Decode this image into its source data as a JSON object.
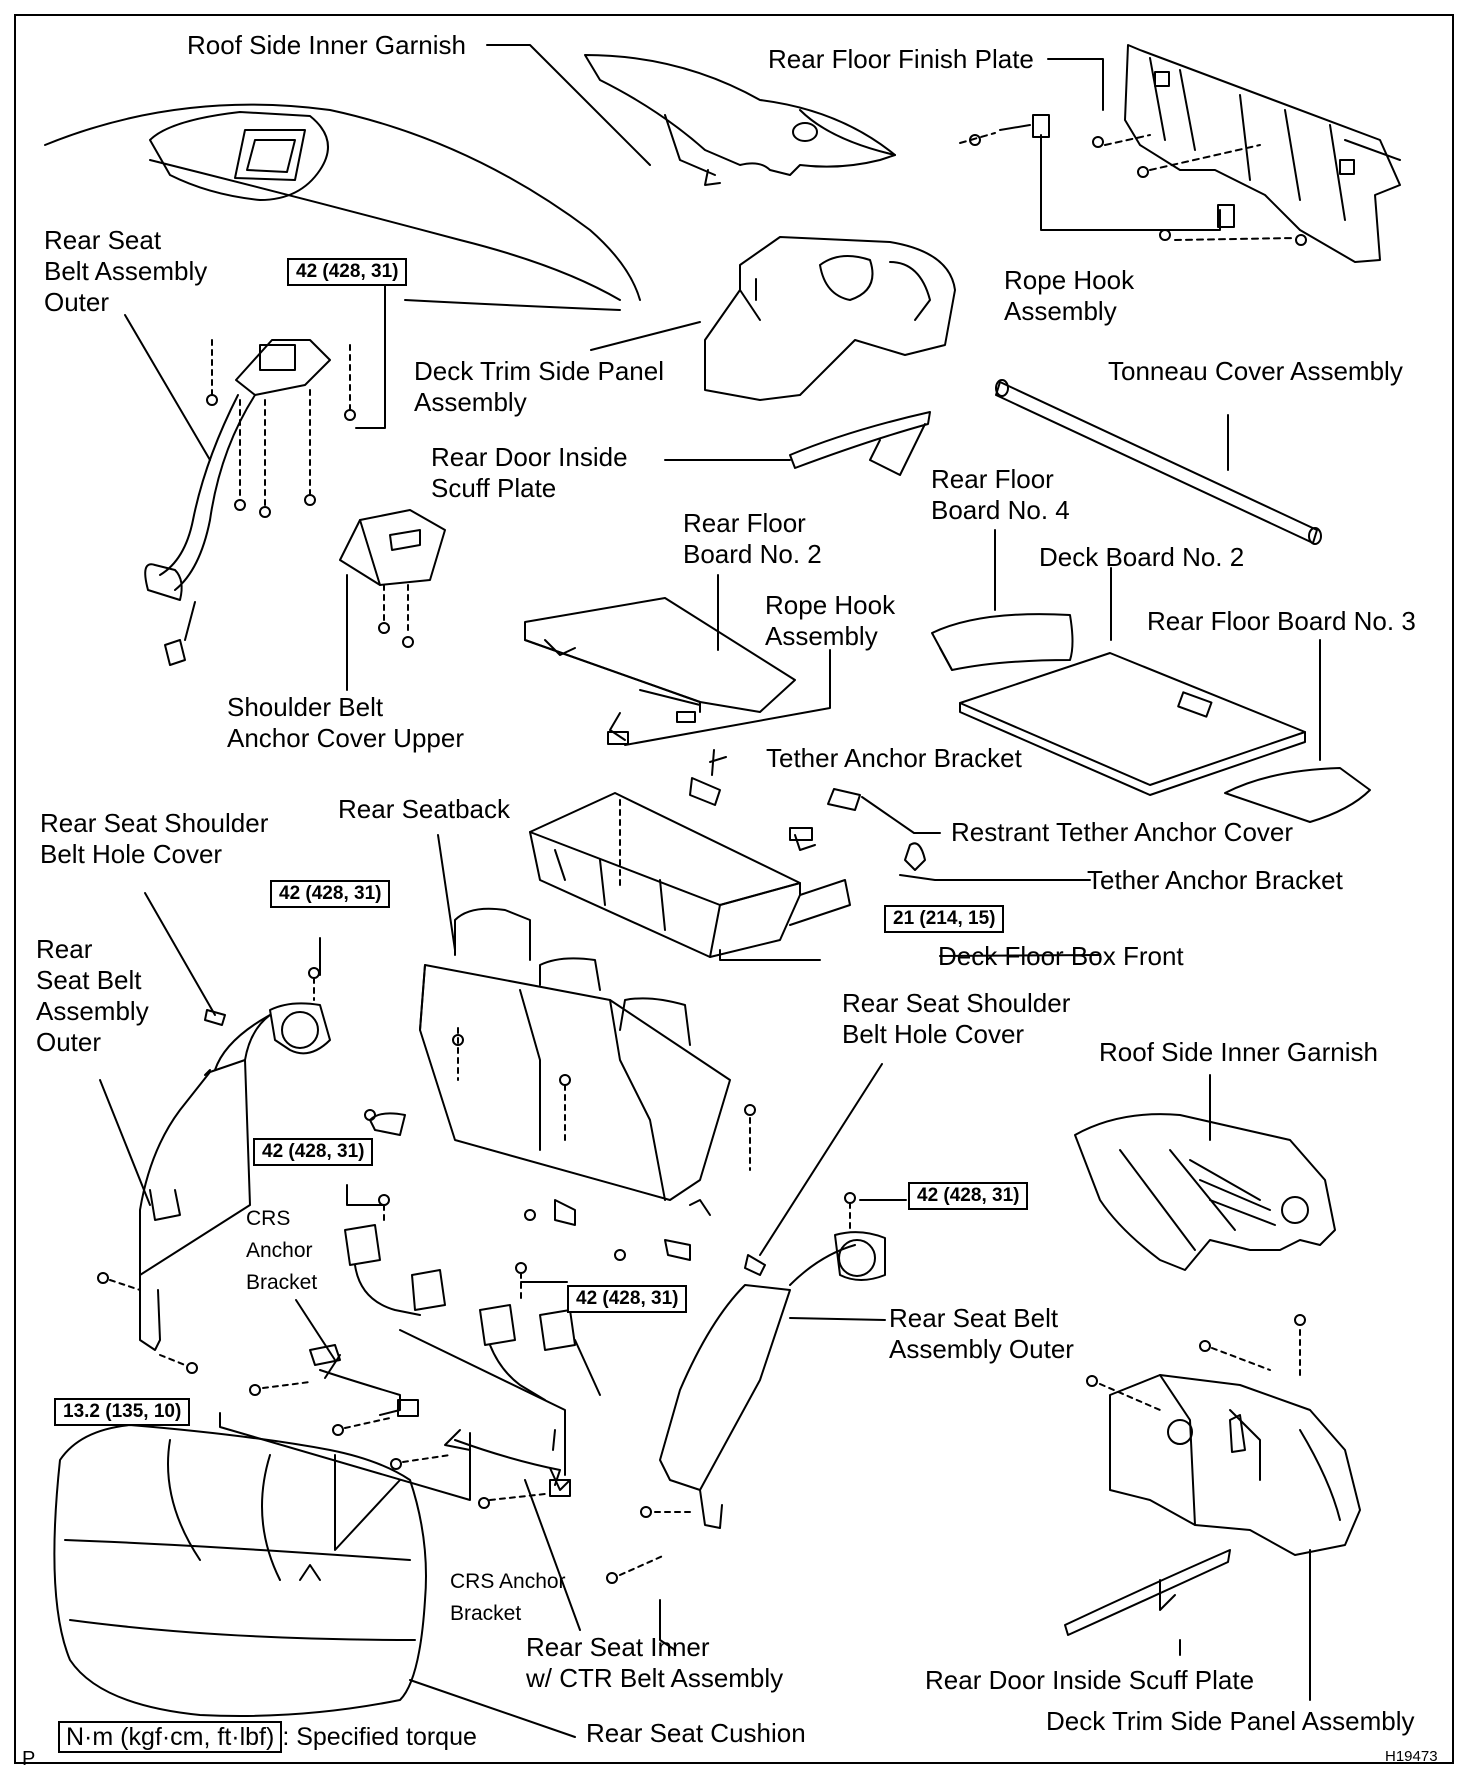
{
  "labels": {
    "roof_garnish_top": "Roof Side Inner Garnish",
    "rear_floor_finish_plate": "Rear Floor Finish Plate",
    "rear_seat_belt_outer_top": "Rear Seat\nBelt Assembly\nOuter",
    "rope_hook_top": "Rope Hook\nAssembly",
    "deck_trim_top": "Deck Trim Side Panel\nAssembly",
    "tonneau_cover": "Tonneau Cover Assembly",
    "scuff_plate_top": "Rear Door Inside\nScuff Plate",
    "rear_floor_board_4": "Rear Floor\nBoard No. 4",
    "rear_floor_board_2": "Rear Floor\nBoard No. 2",
    "deck_board_2": "Deck Board No. 2",
    "rope_hook_mid": "Rope Hook\nAssembly",
    "rear_floor_board_3": "Rear Floor Board No. 3",
    "shoulder_belt_anchor_cover": "Shoulder Belt\nAnchor Cover Upper",
    "tether_anchor_bracket_1": "Tether Anchor Bracket",
    "hole_cover_left": "Rear Seat Shoulder\nBelt Hole Cover",
    "rear_seatback": "Rear Seatback",
    "restrant_tether_cover": "Restrant Tether Anchor Cover",
    "tether_anchor_bracket_2": "Tether Anchor Bracket",
    "deck_floor_box_front": "Deck Floor Box Front",
    "rear_seat_belt_outer_left": "Rear\nSeat Belt\nAssembly\nOuter",
    "hole_cover_right": "Rear Seat Shoulder\nBelt Hole Cover",
    "roof_garnish_right": "Roof Side Inner Garnish",
    "crs_bracket_1": "CRS\nAnchor\nBracket",
    "rear_seat_belt_outer_right": "Rear Seat Belt\nAssembly Outer",
    "crs_bracket_2": "CRS Anchor\nBracket",
    "rear_seat_inner": "Rear Seat Inner\nw/ CTR Belt Assembly",
    "scuff_plate_bottom": "Rear Door Inside Scuff Plate",
    "deck_trim_bottom": "Deck Trim Side Panel Assembly",
    "rear_seat_cushion": "Rear Seat Cushion"
  },
  "torques": {
    "t1": "42 (428, 31)",
    "t2": "42 (428, 31)",
    "t3": "42 (428, 31)",
    "t4": "42 (428, 31)",
    "t5": "42 (428, 31)",
    "t6": "21 (214, 15)",
    "t7": "13.2 (135, 10)"
  },
  "legend": {
    "unit": "N·m (kgf·cm, ft·lbf)",
    "text": ": Specified torque"
  },
  "corner_left": "P",
  "figure_id": "H19473"
}
